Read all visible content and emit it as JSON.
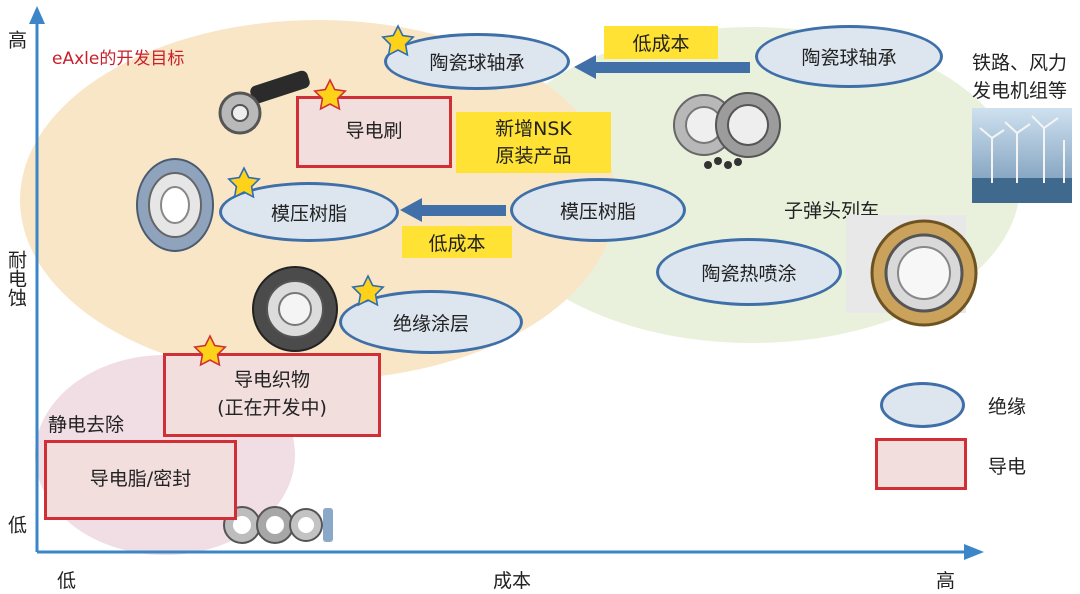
{
  "axes": {
    "y_label": "耐电蚀",
    "y_high": "高",
    "y_low": "低",
    "x_label": "成本",
    "x_low": "低",
    "x_high": "高"
  },
  "regions": {
    "eaxle_target": "eAxle的开发目标",
    "static_removal": "静电去除",
    "rail_wind": [
      "铁路、风力",
      "发电机组等"
    ],
    "bullet_train": "子弹头列车"
  },
  "nodes": {
    "ceramic_ball_left": "陶瓷球轴承",
    "ceramic_ball_right": "陶瓷球轴承",
    "conductive_brush": "导电刷",
    "molded_resin_left": "模压树脂",
    "molded_resin_right": "模压树脂",
    "insulating_coating": "绝缘涂层",
    "conductive_fabric": [
      "导电织物",
      "(正在开发中)"
    ],
    "conductive_grease": "导电脂/密封",
    "ceramic_spray": "陶瓷热喷涂"
  },
  "tags": {
    "low_cost_top": "低成本",
    "low_cost_mid": "低成本",
    "new_nsk": [
      "新增NSK",
      "原装产品"
    ]
  },
  "legend": {
    "insulation": "绝缘",
    "conductive": "导电"
  },
  "colors": {
    "axis": "#3a86c8",
    "insulation_border": "#3f6fa8",
    "insulation_fill": "#dde6ef",
    "conductive_border": "#d03035",
    "conductive_fill": "#f3dede",
    "tag_fill": "#ffe233",
    "arrow": "#3f6fa8",
    "target_region": "#f8e6c6",
    "high_cost_region": "#e9f1dc",
    "static_region": "#f1dde4",
    "title_red": "#c8202a"
  }
}
